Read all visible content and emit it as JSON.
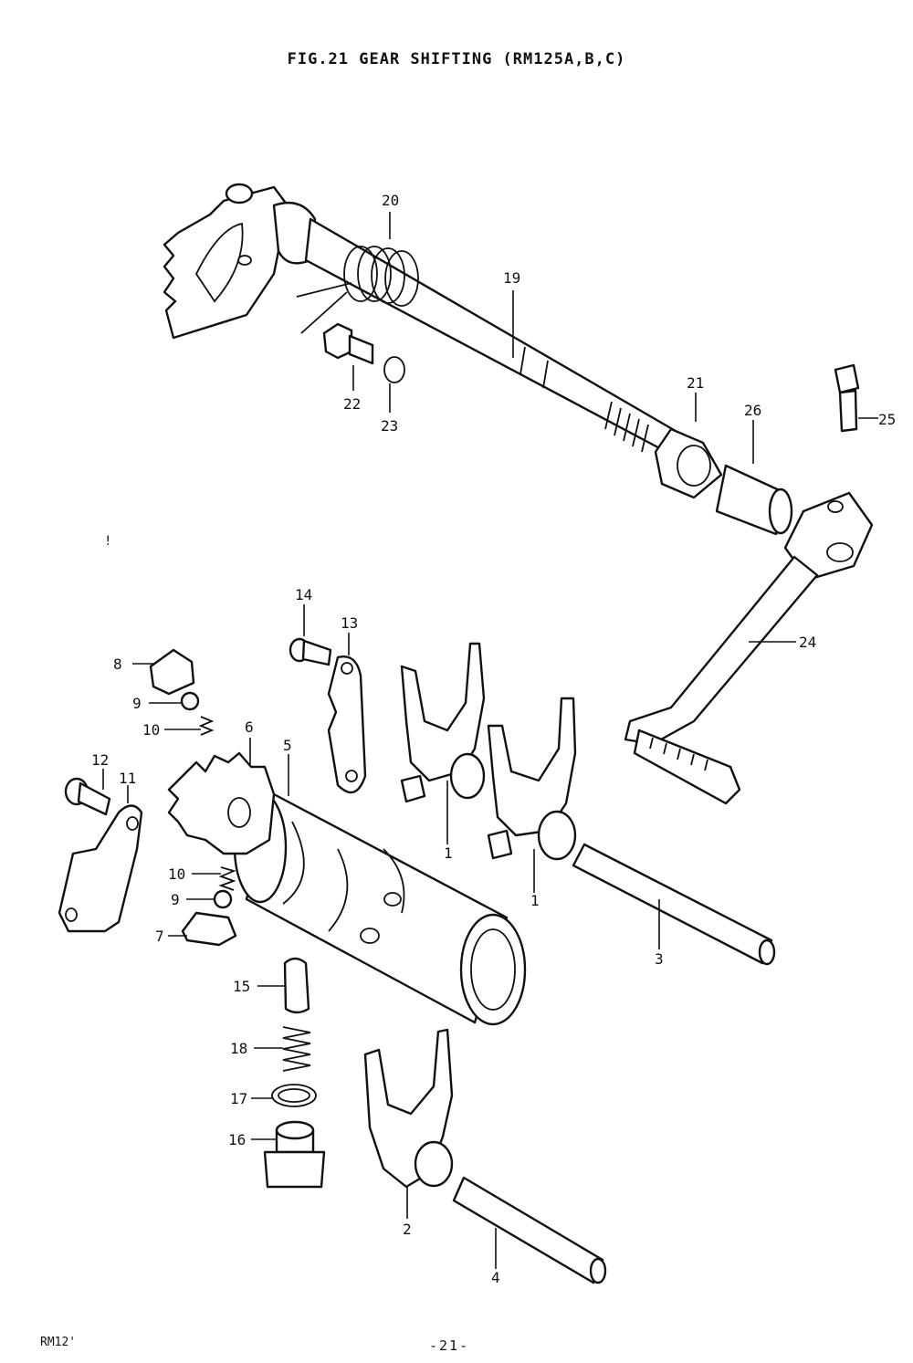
{
  "title": "FIG.21  GEAR SHIFTING (RM125A,B,C)",
  "footer": {
    "model": "RM12'",
    "page": "-21-"
  },
  "side_mark": "!",
  "labels": {
    "l1a": "1",
    "l1b": "1",
    "l2": "2",
    "l3": "3",
    "l4": "4",
    "l5": "5",
    "l6": "6",
    "l7": "7",
    "l8": "8",
    "l9a": "9",
    "l9b": "9",
    "l10a": "10",
    "l10b": "10",
    "l11": "11",
    "l12": "12",
    "l13": "13",
    "l14": "14",
    "l15": "15",
    "l16": "16",
    "l17": "17",
    "l18": "18",
    "l19": "19",
    "l20": "20",
    "l21": "21",
    "l22": "22",
    "l23": "23",
    "l24": "24",
    "l25": "25",
    "l26": "26"
  }
}
